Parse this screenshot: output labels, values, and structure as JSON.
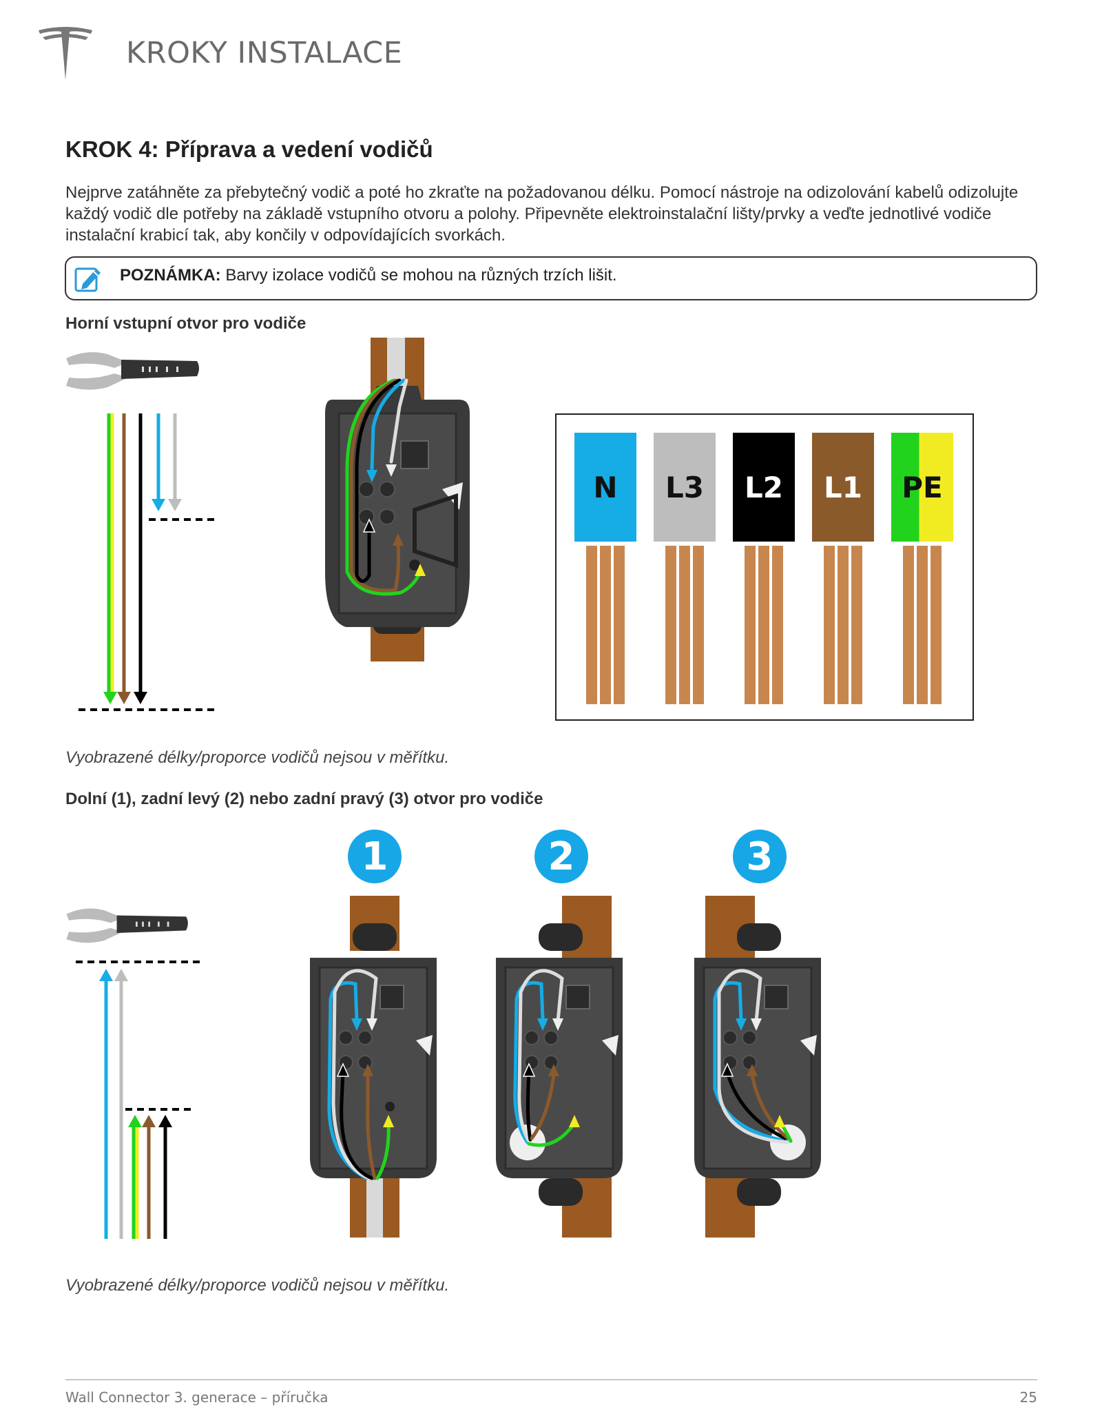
{
  "header": {
    "logo_icon": "tesla-t-logo",
    "section_title": "KROKY INSTALACE"
  },
  "step": {
    "heading": "KROK 4: Příprava a vedení vodičů",
    "intro": "Nejprve zatáhněte za přebytečný vodič a poté ho zkraťte na požadovanou délku. Pomocí nástroje na odizolování kabelů odizolujte každý vodič dle potřeby na základě vstupního otvoru a polohy. Připevněte elektroinstalační lišty/prvky a veďte jednotlivé vodiče instalační krabicí tak, aby končily v odpovídajících svorkách."
  },
  "note": {
    "icon": "pencil-note-icon",
    "label": "POZNÁMKA:",
    "text": " Barvy izolace vodičů se mohou na různých trzích lišit."
  },
  "top_section": {
    "heading": "Horní vstupní otvor pro vodiče",
    "caption": "Vyobrazené délky/proporce vodičů nejsou v měřítku."
  },
  "bottom_section": {
    "heading": "Dolní (1), zadní levý (2) nebo zadní pravý (3) otvor pro vodiče",
    "caption": "Vyobrazené délky/proporce vodičů nejsou v měřítku.",
    "badges": [
      "1",
      "2",
      "3"
    ]
  },
  "legend": {
    "items": [
      {
        "label": "N",
        "color": "#16ace6",
        "text_color": "#111111"
      },
      {
        "label": "L3",
        "color": "#bdbdbd",
        "text_color": "#111111"
      },
      {
        "label": "L2",
        "color": "#000000",
        "text_color": "#ffffff"
      },
      {
        "label": "L1",
        "color": "#8b5a2b",
        "text_color": "#ffffff"
      },
      {
        "label": "PE",
        "color": "#22d31e",
        "color2": "#f1ec22",
        "text_color": "#111111"
      }
    ]
  },
  "wire_colors": {
    "neutral": "#16ace6",
    "l3": "#bdbdbd",
    "l2": "#000000",
    "l1": "#8b5a2b",
    "pe_green": "#22d31e",
    "pe_yellow": "#f1ec22",
    "conduit": "#9a5a22"
  },
  "footer": {
    "title": "Wall Connector 3. generace – příručka",
    "page": "25"
  }
}
